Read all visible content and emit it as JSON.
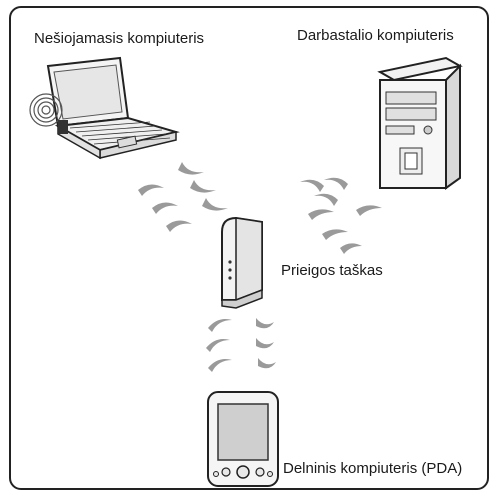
{
  "labels": {
    "laptop": "Nešiojamasis kompiuteris",
    "desktop": "Darbastalio kompiuteris",
    "access_point": "Prieigos taškas",
    "pda": "Delninis kompiuteris (PDA)"
  },
  "icons": {
    "laptop": "laptop-icon",
    "desktop": "desktop-tower-icon",
    "access_point": "access-point-icon",
    "pda": "pda-icon",
    "signal": "wireless-signal-icon"
  },
  "colors": {
    "border": "#222222",
    "ink": "#1a1a1a",
    "wave": "#9a9a9a",
    "screen": "#cfcfcf"
  }
}
